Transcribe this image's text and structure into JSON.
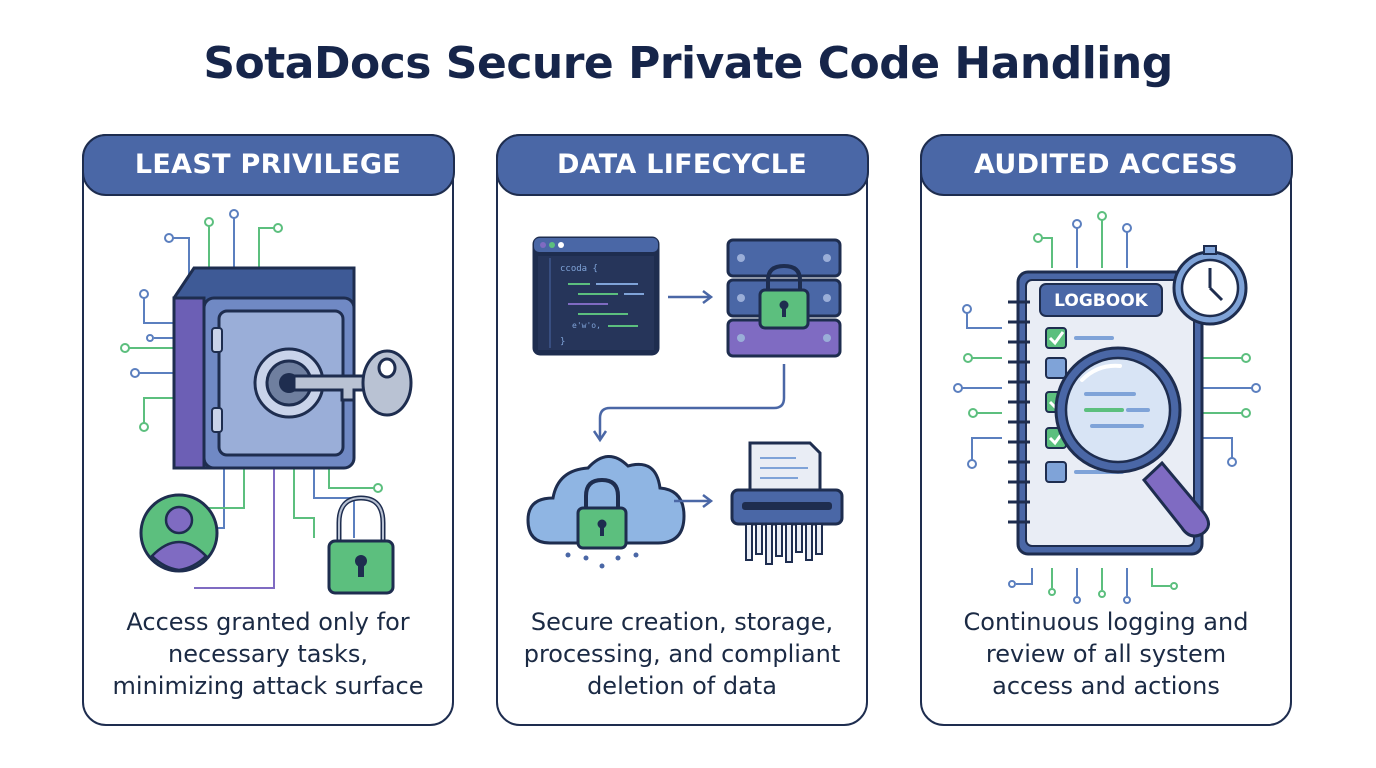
{
  "title": "SotaDocs Secure Private Code Handling",
  "panels": [
    {
      "heading": "LEAST PRIVILEGE",
      "caption_lines": [
        "Access granted only for",
        "necessary tasks,",
        "minimizing attack surface"
      ],
      "icons": [
        "safe-icon",
        "key-icon",
        "user-icon",
        "padlock-icon",
        "circuit-lines-icon"
      ]
    },
    {
      "heading": "DATA LIFECYCLE",
      "code_lines": [
        "ccoda {",
        "e'w'o,",
        "}"
      ],
      "caption_lines": [
        "Secure creation, storage,",
        "processing, and compliant",
        "deletion of data"
      ],
      "icons": [
        "code-window-icon",
        "server-lock-icon",
        "cloud-lock-icon",
        "shredder-icon",
        "flow-arrow-icon"
      ]
    },
    {
      "heading": "AUDITED ACCESS",
      "logbook_label": "LOGBOOK",
      "caption_lines": [
        "Continuous logging and",
        "review of all system",
        "access and actions"
      ],
      "icons": [
        "logbook-icon",
        "clock-icon",
        "magnifier-icon",
        "checkbox-icon",
        "circuit-lines-icon"
      ]
    }
  ],
  "colors": {
    "title": "#16254a",
    "header_fill": "#4a67a6",
    "outline": "#1e2d4f",
    "accent_green": "#5cbf7e",
    "accent_purple": "#7f6bc2",
    "accent_blue": "#7fa3d8"
  }
}
